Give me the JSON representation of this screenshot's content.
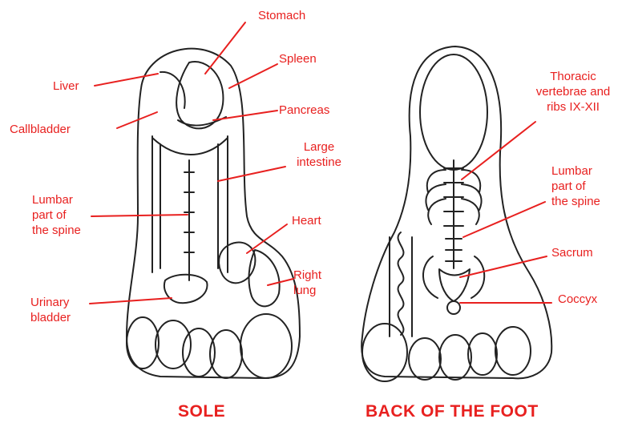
{
  "colors": {
    "label": "#e8201f",
    "line": "#e8201f",
    "sketch": "#222222",
    "paper": "#ffffff"
  },
  "titles": {
    "sole": "SOLE",
    "back": "BACK OF THE FOOT"
  },
  "sole_labels": {
    "stomach": "Stomach",
    "spleen": "Spleen",
    "liver": "Liver",
    "gallbladder": "Callbladder",
    "pancreas": "Pancreas",
    "large_intestine_1": "Large",
    "large_intestine_2": "intestine",
    "lumbar_1": "Lumbar",
    "lumbar_2": "part of",
    "lumbar_3": "the spine",
    "heart": "Heart",
    "right_lung_1": "Right",
    "right_lung_2": "lung",
    "urinary_1": "Urinary",
    "urinary_2": "bladder"
  },
  "back_labels": {
    "thoracic_1": "Thoracic",
    "thoracic_2": "vertebrae and",
    "thoracic_3": "ribs IX-XII",
    "lumbar_1": "Lumbar",
    "lumbar_2": "part of",
    "lumbar_3": "the spine",
    "sacrum": "Sacrum",
    "coccyx": "Coccyx"
  }
}
